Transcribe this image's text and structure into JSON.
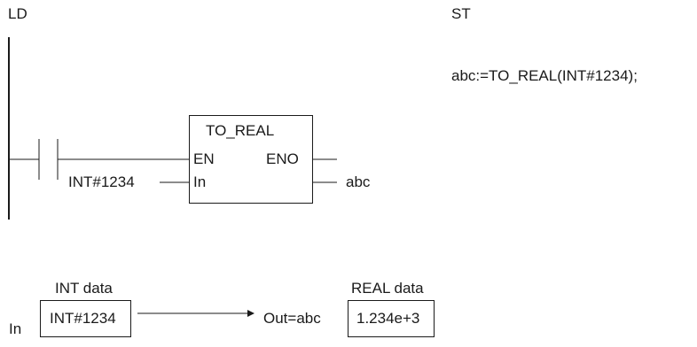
{
  "ld_section": {
    "label": "LD",
    "function_block": {
      "name": "TO_REAL",
      "en": "EN",
      "eno": "ENO",
      "in": "In"
    },
    "input_value": "INT#1234",
    "output_variable": "abc"
  },
  "st_section": {
    "label": "ST",
    "code": "abc:=TO_REAL(INT#1234);"
  },
  "example": {
    "in_label": "In",
    "input_type": "INT data",
    "input_value": "INT#1234",
    "output_label": "Out=abc",
    "output_type": "REAL data",
    "output_value": "1.234e+3"
  }
}
